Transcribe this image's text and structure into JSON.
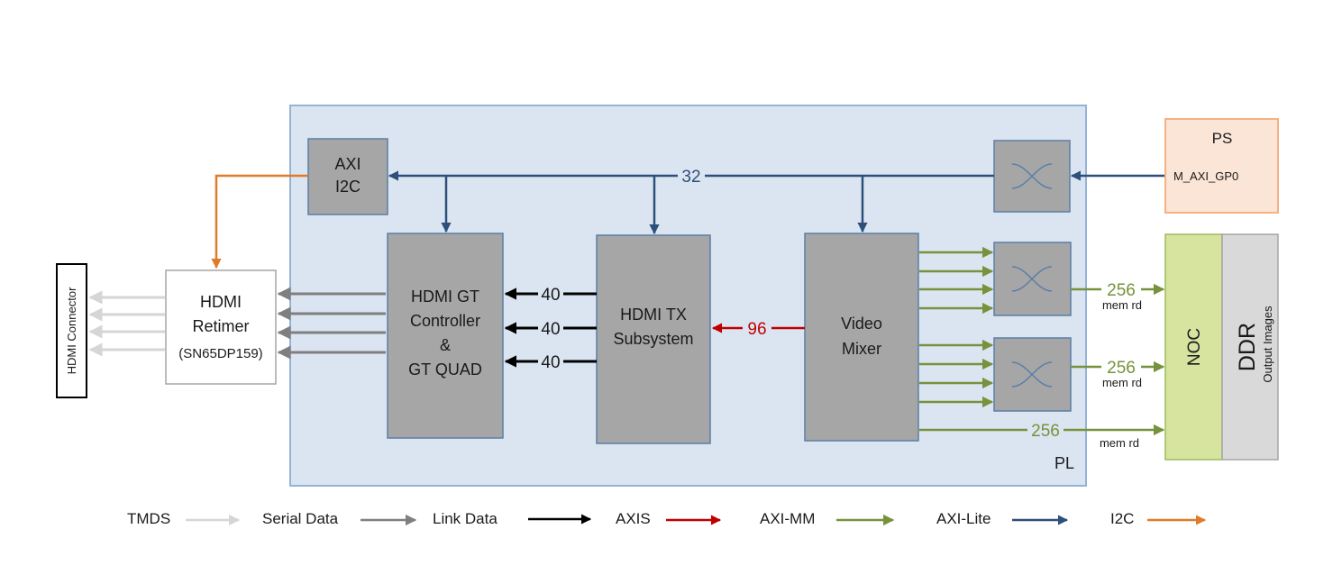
{
  "colors": {
    "tmds": "#d6d6d6",
    "serial_data": "#7f7f7f",
    "link_data": "#000000",
    "axis": "#c00000",
    "axi_mm": "#76923c",
    "axi_lite": "#2e4f7a",
    "i2c": "#e07b2a",
    "pl_fill": "#dbe5f1",
    "block_fill": "#a6a6a6",
    "ps_fill": "#fbe5d6",
    "noc_fill": "#d7e4a0",
    "ddr_fill": "#d9d9d9"
  },
  "blocks": {
    "pl": "PL",
    "axi_i2c": [
      "AXI",
      "I2C"
    ],
    "ps": {
      "title": "PS",
      "port": "M_AXI_GP0"
    },
    "hdmi_connector": "HDMI Connector",
    "retimer": [
      "HDMI",
      "Retimer",
      "(SN65DP159)"
    ],
    "gt_controller": [
      "HDMI GT",
      "Controller",
      "&",
      "GT QUAD"
    ],
    "hdmi_tx": [
      "HDMI TX",
      "Subsystem"
    ],
    "video_mixer": [
      "Video",
      "Mixer"
    ],
    "noc": "NOC",
    "ddr": {
      "title": "DDR",
      "subtitle": "Output Images"
    }
  },
  "bus_widths": {
    "axi_lite": "32",
    "link": [
      "40",
      "40",
      "40"
    ],
    "axis": "96",
    "mem": [
      "256",
      "256",
      "256"
    ]
  },
  "mem_labels": [
    "mem rd",
    "mem rd",
    "mem rd"
  ],
  "legend": [
    {
      "label": "TMDS",
      "color_key": "tmds"
    },
    {
      "label": "Serial Data",
      "color_key": "serial_data"
    },
    {
      "label": "Link Data",
      "color_key": "link_data"
    },
    {
      "label": "AXIS",
      "color_key": "axis"
    },
    {
      "label": "AXI-MM",
      "color_key": "axi_mm"
    },
    {
      "label": "AXI-Lite",
      "color_key": "axi_lite"
    },
    {
      "label": "I2C",
      "color_key": "i2c"
    }
  ]
}
